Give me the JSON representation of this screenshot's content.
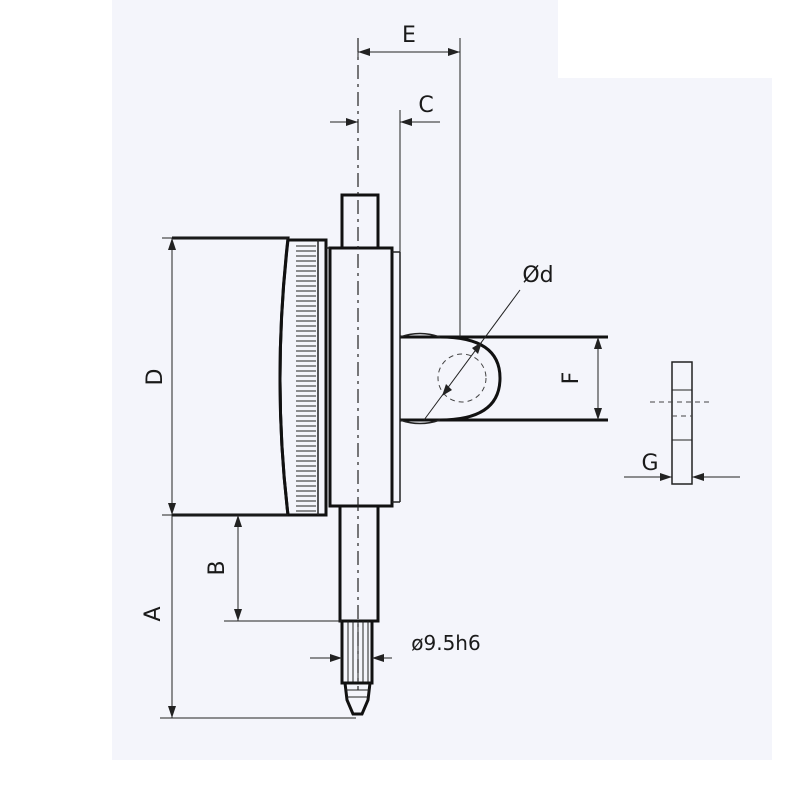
{
  "labels": {
    "E": "E",
    "C": "C",
    "D": "D",
    "phi_d": "Ød",
    "F": "F",
    "G": "G",
    "B": "B",
    "A": "A",
    "stem": "ø9.5h6"
  },
  "colors": {
    "paper": "#f4f5fb",
    "line": "#222222",
    "text": "#1a1a1a"
  }
}
